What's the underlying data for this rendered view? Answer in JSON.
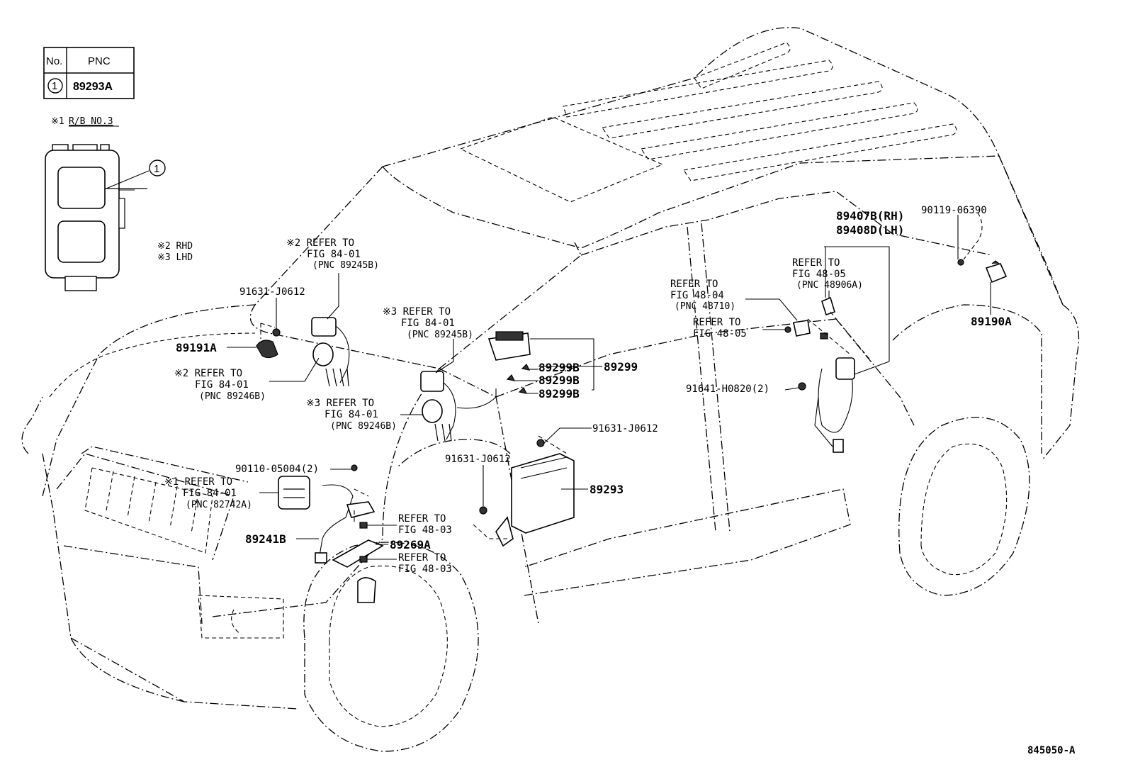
{
  "table": {
    "header_no": "No.",
    "header_pnc": "PNC",
    "row_no": "1",
    "row_pnc": "89293A"
  },
  "inset": {
    "title_mark": "※1",
    "title": "R/B NO.3",
    "callout": "1"
  },
  "notes": {
    "n2": "※2 RHD",
    "n3": "※3 LHD"
  },
  "labels": {
    "ref_rhd_84245": [
      "※2 REFER TO",
      "FIG 84-01",
      "(PNC 89245B)"
    ],
    "ref_lhd_84245": [
      "※3 REFER TO",
      "FIG 84-01",
      "(PNC 89245B)"
    ],
    "ref_rhd_84246": [
      "※2 REFER TO",
      "FIG 84-01",
      "(PNC 89246B)"
    ],
    "ref_lhd_84246": [
      "※3 REFER TO",
      "FIG 84-01",
      "(PNC 89246B)"
    ],
    "ref_rb_82742": [
      "※1 REFER TO",
      "FIG 84-01",
      "(PNC 82742A)"
    ],
    "ref_48_04": [
      "REFER TO",
      "FIG 48-04",
      "(PNC 48710)"
    ],
    "ref_48_05a": [
      "REFER TO",
      "FIG 48-05",
      "(PNC 48906A)"
    ],
    "ref_48_05b": [
      "REFER TO",
      "FIG 48-05"
    ],
    "ref_48_03a": [
      "REFER TO",
      "FIG 48-03"
    ],
    "ref_48_03b": [
      "REFER TO",
      "FIG 48-03"
    ],
    "p91631_a": "91631-J0612",
    "p91631_b": "91631-J0612",
    "p91631_c": "91631-J0612",
    "p89191A": "89191A",
    "p90110": "90110-05004(2)",
    "p89241B": "89241B",
    "p89269A": "89269A",
    "p89299B_1": "89299B",
    "p89299B_2": "89299B",
    "p89299B_3": "89299B",
    "p89299": "89299",
    "p89293": "89293",
    "p89407B": "89407B(RH)",
    "p89408D": "89408D(LH)",
    "p90119": "90119-06390",
    "p89190A": "89190A",
    "p91641": "91641-H0820(2)",
    "figure_code": "845050-A"
  }
}
